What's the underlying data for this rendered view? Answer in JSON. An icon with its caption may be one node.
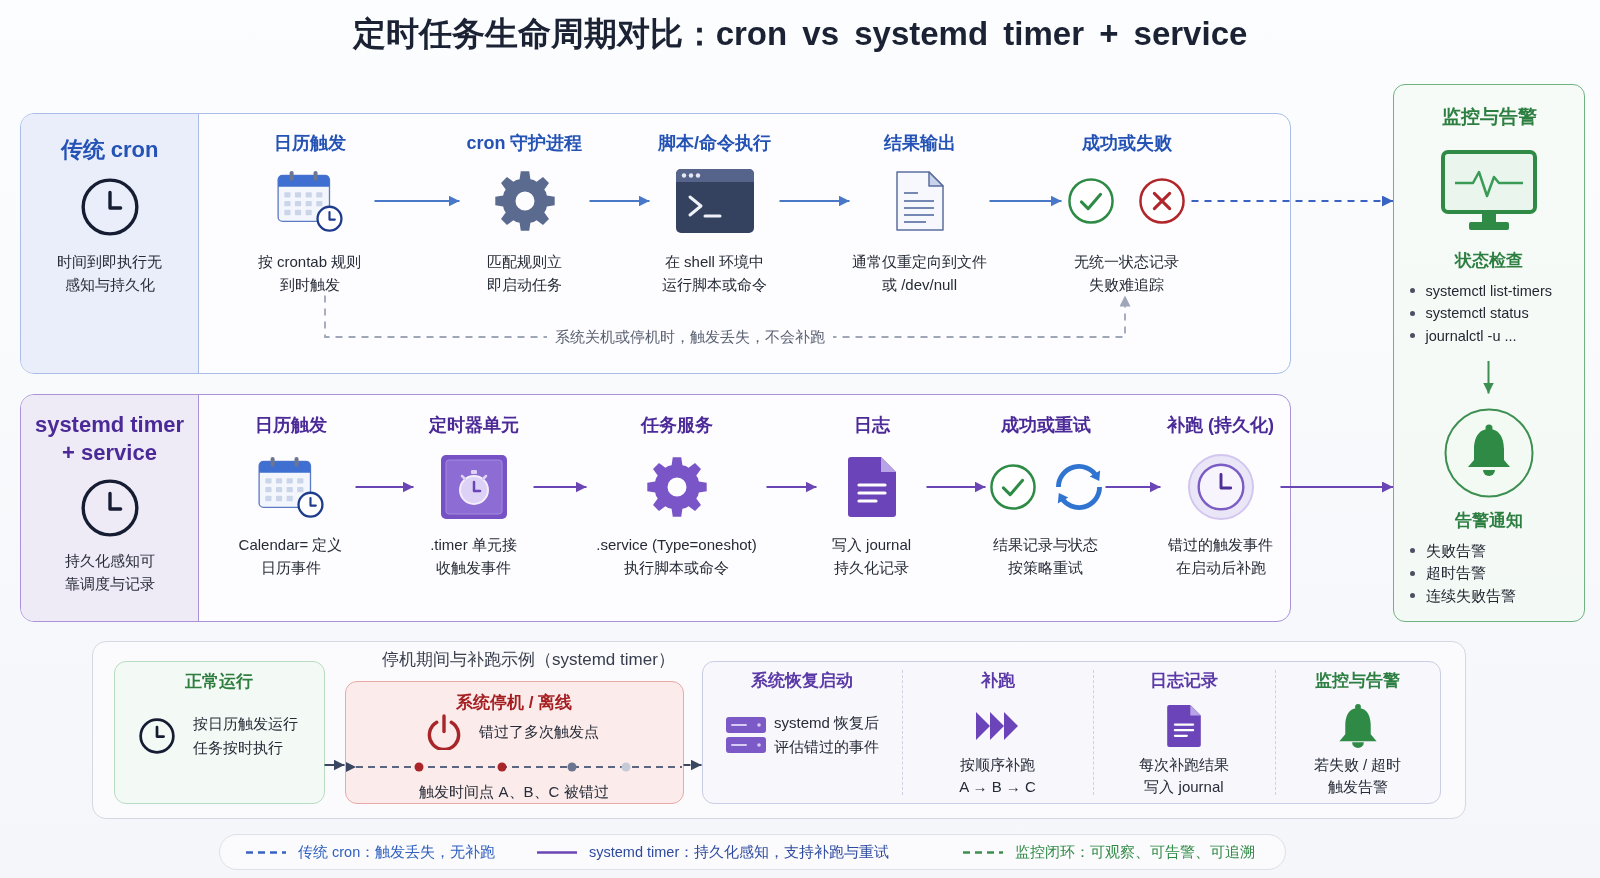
{
  "diagram": {
    "title": "定时任务生命周期对比：cron vs systemd timer + service",
    "nodes": [
      {
        "text": [
          "传统 cron",
          "时间到即执行无感知与持久化"
        ]
      },
      {
        "text": [
          "日历触发",
          "按 crontab 规则到时触发"
        ],
        "in": 0
      },
      {
        "text": [
          "cron 守护进程",
          "匹配规则立即启动任务"
        ],
        "in": 0
      },
      {
        "text": [
          "脚本/命令执行",
          "在 shell 环境中运行脚本或命令"
        ],
        "in": 0
      },
      {
        "text": [
          "结果输出",
          "通常仅重定向到文件或 /dev/null"
        ],
        "in": 0
      },
      {
        "text": [
          "成功或失败",
          "无统一状态记录失败难追踪"
        ],
        "in": 0
      },
      {
        "text": [
          "systemd timer + service",
          "持久化感知可靠调度与记录"
        ]
      },
      {
        "text": [
          "日历触发",
          "Calendar= 定义日历事件"
        ],
        "in": 6
      },
      {
        "text": [
          "定时器单元",
          ".timer 单元接收触发事件"
        ],
        "in": 6
      },
      {
        "text": [
          "任务服务",
          ".service (Type=oneshot)执行脚本或命令"
        ],
        "in": 6
      },
      {
        "text": [
          "日志",
          "写入 journal 持久化记录"
        ],
        "in": 6
      },
      {
        "text": [
          "成功或重试",
          "结果记录与状态按策略重试"
        ],
        "in": 6
      },
      {
        "text": [
          "补跑 (持久化)",
          "错过的触发事件在启动后补跑"
        ],
        "in": 6
      },
      {
        "text": [
          "监控与告警"
        ]
      },
      {
        "text": [
          "状态检查",
          "systemctl list-timers",
          "systemctl status",
          "journalctl -u ..."
        ],
        "in": 13
      },
      {
        "text": [
          "告警通知",
          "失败告警",
          "超时告警",
          "连续失败告警"
        ],
        "in": 13
      },
      {
        "text": [
          "停机期间与补跑示例（systemd timer）"
        ]
      },
      {
        "text": [
          "正常运行",
          "按日历触发运行任务按时执行"
        ],
        "in": 16
      },
      {
        "text": [
          "系统停机 / 离线",
          "错过了多次触发点",
          "触发时间点 A、B、C 被错过"
        ],
        "in": 16
      },
      {
        "text": [],
        "shape": "box",
        "in": 16
      },
      {
        "text": [
          "系统恢复启动",
          "systemd 恢复后评估错过的事件"
        ],
        "in": 19
      },
      {
        "text": [
          "补跑",
          "按顺序补跑 A → B → C"
        ],
        "in": 19
      },
      {
        "text": [
          "日志记录",
          "每次补跑结果写入 journal"
        ],
        "in": 19
      },
      {
        "text": [
          "监控与告警",
          "若失败 / 超时触发告警"
        ],
        "in": 19
      }
    ],
    "edges": [
      {
        "from": 1,
        "to": 2,
        "arrow": "to",
        "color": "#4a78c8"
      },
      {
        "from": 2,
        "to": 3,
        "arrow": "to",
        "color": "#4a78c8"
      },
      {
        "from": 3,
        "to": 4,
        "arrow": "to",
        "color": "#4a78c8"
      },
      {
        "from": 4,
        "to": 5,
        "arrow": "to",
        "color": "#4a78c8"
      },
      {
        "from": 5,
        "to": 13,
        "arrow": "to",
        "style": "dashed",
        "color": "#3a62c2"
      },
      {
        "from": 1,
        "to": 5,
        "arrow": "to",
        "label": "系统关机或停机时，触发丢失，不会补跑",
        "style": "dashed",
        "color": "#9ea6b7"
      },
      {
        "from": 7,
        "to": 8,
        "arrow": "to"
      },
      {
        "from": 8,
        "to": 9,
        "arrow": "to"
      },
      {
        "from": 9,
        "to": 10,
        "arrow": "to"
      },
      {
        "from": 10,
        "to": 11,
        "arrow": "to"
      },
      {
        "from": 11,
        "to": 12,
        "arrow": "to"
      },
      {
        "from": 12,
        "to": 13,
        "arrow": "to"
      },
      {
        "from": 14,
        "to": 15,
        "arrow": "to",
        "color": "#3c8f50"
      },
      {
        "from": 17,
        "to": 18,
        "arrow": "to",
        "color": "#3b4663"
      },
      {
        "from": 18,
        "to": 19,
        "arrow": "to",
        "style": "dashed",
        "color": "#3b4663"
      }
    ],
    "legend": [
      {
        "text": "传统 cron：触发丢失，无补跑"
      },
      {
        "text": "systemd timer：持久化感知，支持补跑与重试"
      },
      {
        "text": "监控闭环：可观察、可告警、可追溯"
      }
    ]
  }
}
